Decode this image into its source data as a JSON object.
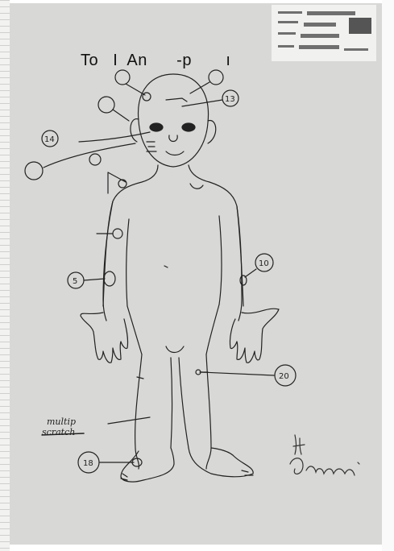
{
  "header": {
    "title": "To   I  An      -p       ı"
  },
  "markers": {
    "m13": "13",
    "m14": "14",
    "m10": "10",
    "m5": "5",
    "m20": "20",
    "m18": "18"
  },
  "notes": {
    "note1": "multip",
    "note2": "scratch"
  }
}
